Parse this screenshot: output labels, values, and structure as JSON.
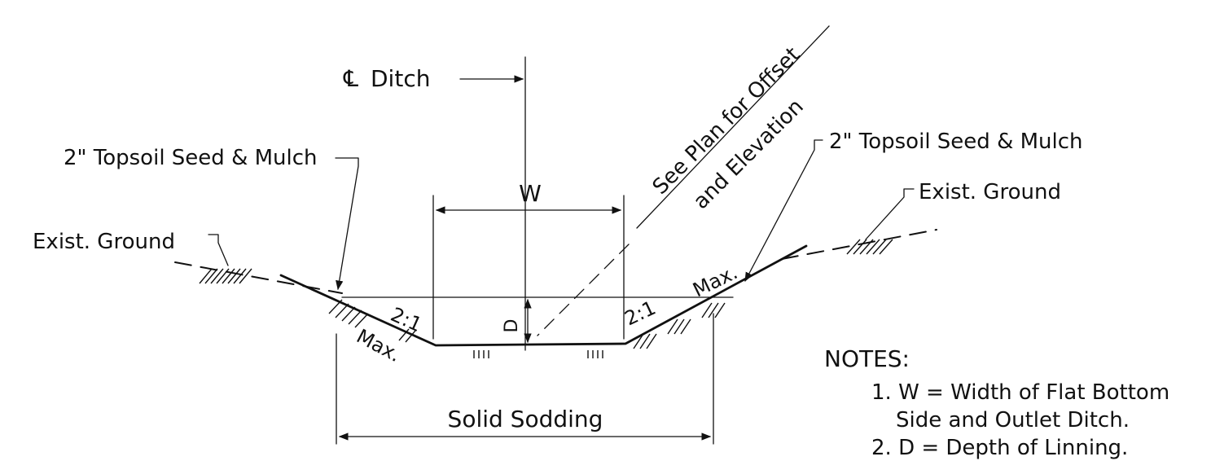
{
  "diagram": {
    "centerline_label": "Ditch",
    "centerline_symbol": "℄",
    "offset_note_line1": "See Plan for Offset",
    "offset_note_line2": "and Elevation",
    "dimension_width": "W",
    "dimension_depth": "D",
    "slope_left": "2:1",
    "slope_right": "2:1",
    "max_left": "Max.",
    "max_right": "Max.",
    "topsoil_left": "2\" Topsoil Seed & Mulch",
    "topsoil_right": "2\" Topsoil Seed & Mulch",
    "ground_left": "Exist. Ground",
    "ground_right": "Exist. Ground",
    "sodding": "Solid Sodding"
  },
  "notes": {
    "heading": "NOTES:",
    "item1_line1": "1. W = Width of Flat Bottom",
    "item1_line2": "Side and Outlet Ditch.",
    "item2": "2. D = Depth of Linning."
  },
  "colors": {
    "ink": "#111111",
    "paper": "#ffffff"
  }
}
